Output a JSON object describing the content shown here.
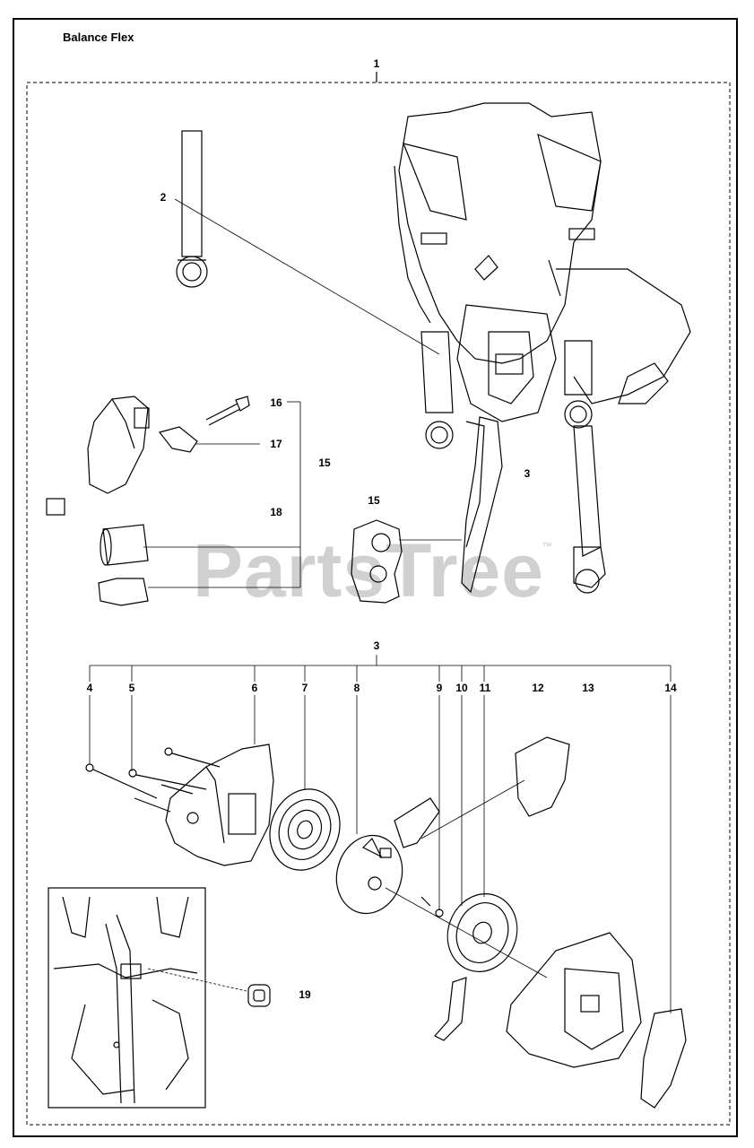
{
  "diagram": {
    "title": "Balance Flex",
    "watermark": "PartsTree",
    "trademark": "™",
    "callouts": [
      {
        "id": "c1",
        "label": "1"
      },
      {
        "id": "c2",
        "label": "2"
      },
      {
        "id": "c3a",
        "label": "3"
      },
      {
        "id": "c3b",
        "label": "3"
      },
      {
        "id": "c4",
        "label": "4"
      },
      {
        "id": "c5",
        "label": "5"
      },
      {
        "id": "c6",
        "label": "6"
      },
      {
        "id": "c7",
        "label": "7"
      },
      {
        "id": "c8",
        "label": "8"
      },
      {
        "id": "c9",
        "label": "9"
      },
      {
        "id": "c10",
        "label": "10"
      },
      {
        "id": "c11",
        "label": "11"
      },
      {
        "id": "c12",
        "label": "12"
      },
      {
        "id": "c13",
        "label": "13"
      },
      {
        "id": "c14",
        "label": "14"
      },
      {
        "id": "c15a",
        "label": "15"
      },
      {
        "id": "c15b",
        "label": "15"
      },
      {
        "id": "c16",
        "label": "16"
      },
      {
        "id": "c17",
        "label": "17"
      },
      {
        "id": "c18",
        "label": "18"
      },
      {
        "id": "c19",
        "label": "19"
      }
    ]
  }
}
